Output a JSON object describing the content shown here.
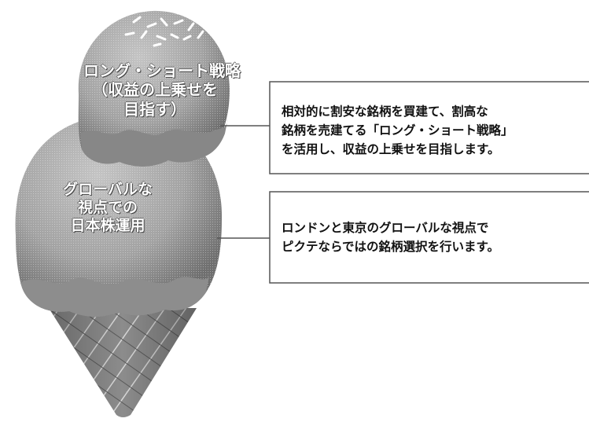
{
  "scoops": {
    "top": {
      "lines": [
        "ロング・ショート戦略",
        "（収益の上乗せを",
        "目指す）"
      ]
    },
    "bottom": {
      "lines": [
        "グローバルな",
        "視点での",
        "日本株運用"
      ]
    }
  },
  "callouts": {
    "top": {
      "lines": [
        "相対的に割安な銘柄を買建て、割高な",
        "銘柄を売建てる「ロング・ショート戦略」",
        "を活用し、収益の上乗せを目指します。"
      ]
    },
    "bottom": {
      "lines": [
        "ロンドンと東京のグローバルな視点で",
        "ピクテならではの銘柄選択を行います。"
      ]
    }
  },
  "colors": {
    "scoop_fill": "#a9a9a9",
    "scoop_shadow": "#6e6e6e",
    "cone_fill": "#8f8f8f",
    "box_border": "#555555"
  }
}
